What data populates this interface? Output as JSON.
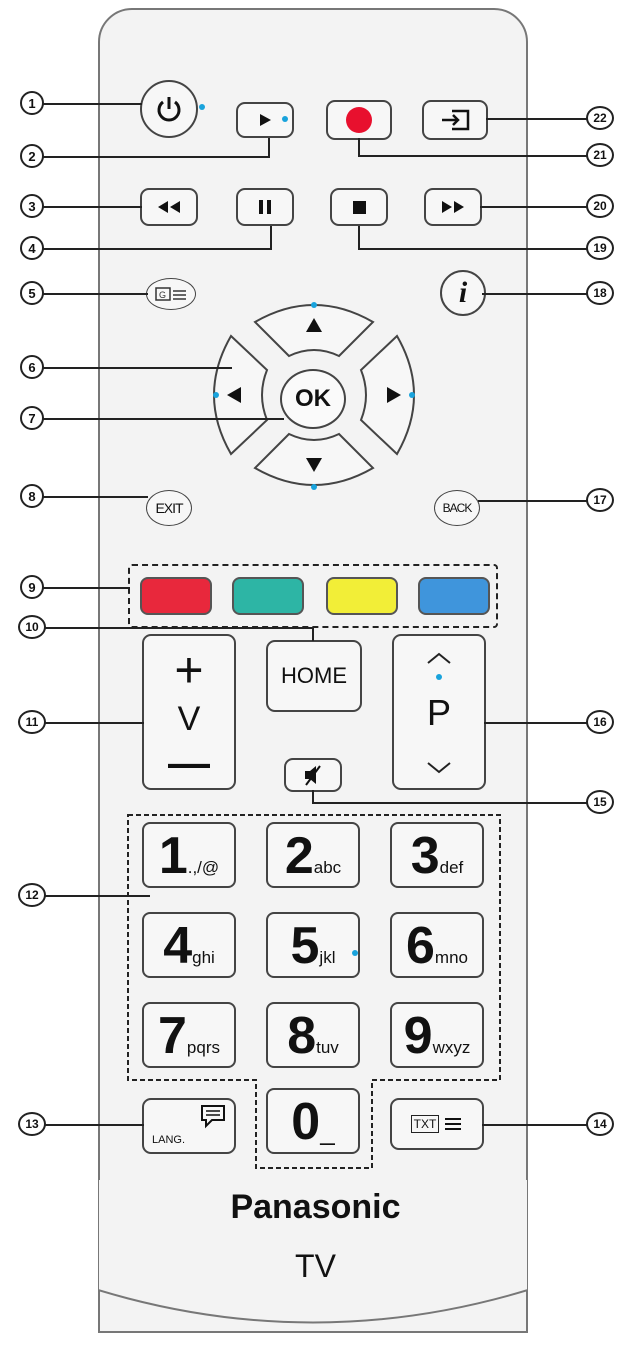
{
  "callouts": [
    "1",
    "2",
    "3",
    "4",
    "5",
    "6",
    "7",
    "8",
    "9",
    "10",
    "11",
    "12",
    "13",
    "14",
    "15",
    "16",
    "17",
    "18",
    "19",
    "20",
    "21",
    "22"
  ],
  "buttons": {
    "ok": "OK",
    "exit": "EXIT",
    "back": "BACK",
    "home": "HOME",
    "volume_plus": "+",
    "volume_label": "V",
    "volume_minus": "—",
    "program_label": "P",
    "lang": "LANG.",
    "txt": "TXT",
    "info": "i"
  },
  "digits": [
    {
      "digit": "1",
      "letters": ".,/@"
    },
    {
      "digit": "2",
      "letters": "abc"
    },
    {
      "digit": "3",
      "letters": "def"
    },
    {
      "digit": "4",
      "letters": "ghi"
    },
    {
      "digit": "5",
      "letters": "jkl"
    },
    {
      "digit": "6",
      "letters": "mno"
    },
    {
      "digit": "7",
      "letters": "pqrs"
    },
    {
      "digit": "8",
      "letters": "tuv"
    },
    {
      "digit": "9",
      "letters": "wxyz"
    },
    {
      "digit": "0",
      "letters": "_"
    }
  ],
  "colors": {
    "accent_dot": "#19a3dc",
    "record": "#e8102e",
    "red_key": "#e8283c",
    "green_key": "#2db5a5",
    "yellow_key": "#f2ee37",
    "blue_key": "#3f95dc"
  },
  "brand": "Panasonic",
  "brand_sub": "TV"
}
